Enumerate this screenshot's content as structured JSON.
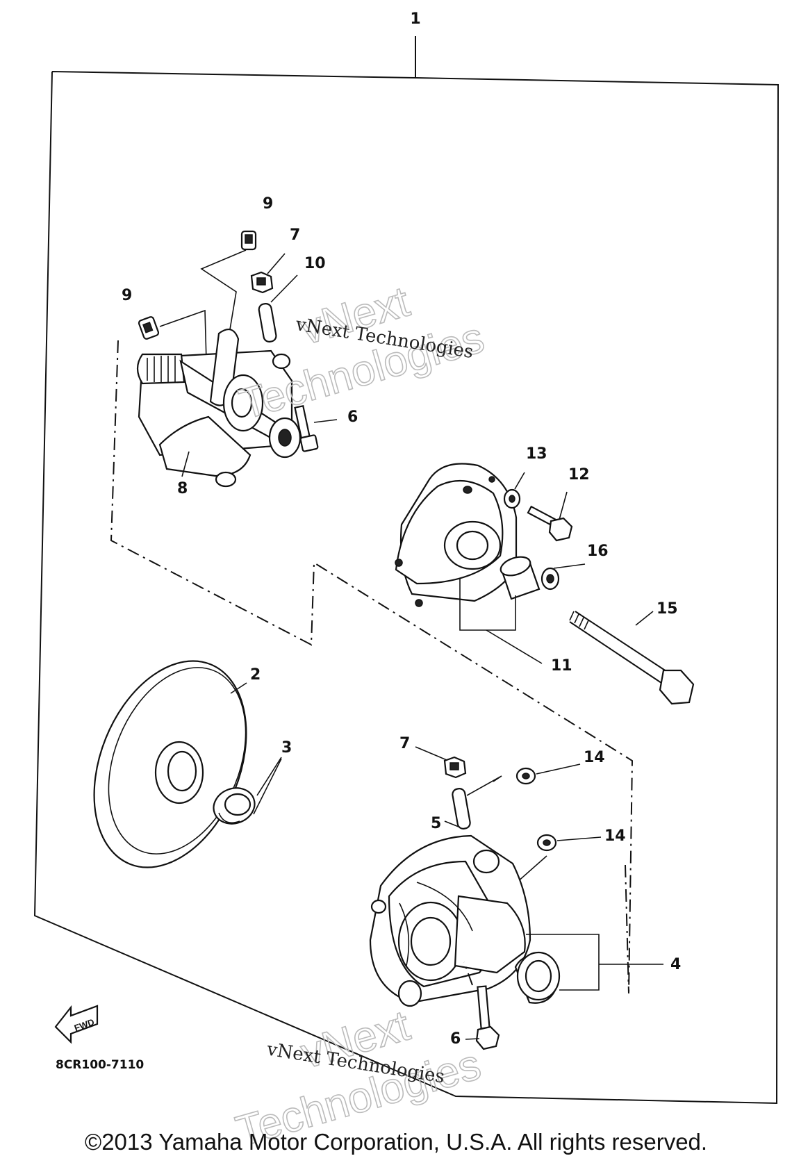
{
  "assembly_ref": "1",
  "diagram_code": "8CR100-7110",
  "fwd_label": "FWD",
  "watermark": {
    "line": "vNext Technologies",
    "big_top": "vNext",
    "big_bottom": "Technologies"
  },
  "callouts": {
    "p2": "2",
    "p3": "3",
    "p4": "4",
    "p5": "5",
    "p6a": "6",
    "p6b": "6",
    "p7a": "7",
    "p7b": "7",
    "p8": "8",
    "p9a": "9",
    "p9b": "9",
    "p10": "10",
    "p11": "11",
    "p12": "12",
    "p13": "13",
    "p14a": "14",
    "p14b": "14",
    "p15": "15",
    "p16": "16"
  },
  "copyright": "©2013 Yamaha Motor Corporation, U.S.A. All rights reserved."
}
